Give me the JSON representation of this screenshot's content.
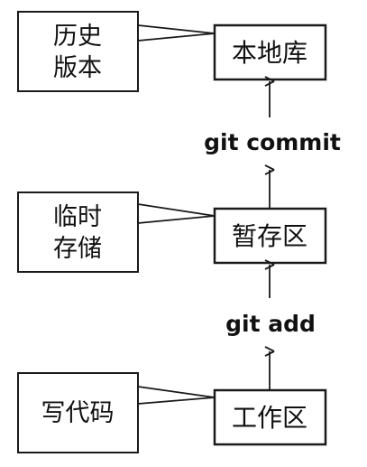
{
  "stages": {
    "local_repo": "本地库",
    "staging_area": "暂存区",
    "working_area": "工作区"
  },
  "callouts": {
    "history": [
      "历史",
      "版本"
    ],
    "temp_storage": [
      "临时",
      "存储"
    ],
    "write_code": "写代码"
  },
  "commands": {
    "commit": "git commit",
    "add": "git add"
  },
  "colors": {
    "stroke": "#1a1a1a",
    "text": "#111111",
    "background": "#ffffff"
  }
}
